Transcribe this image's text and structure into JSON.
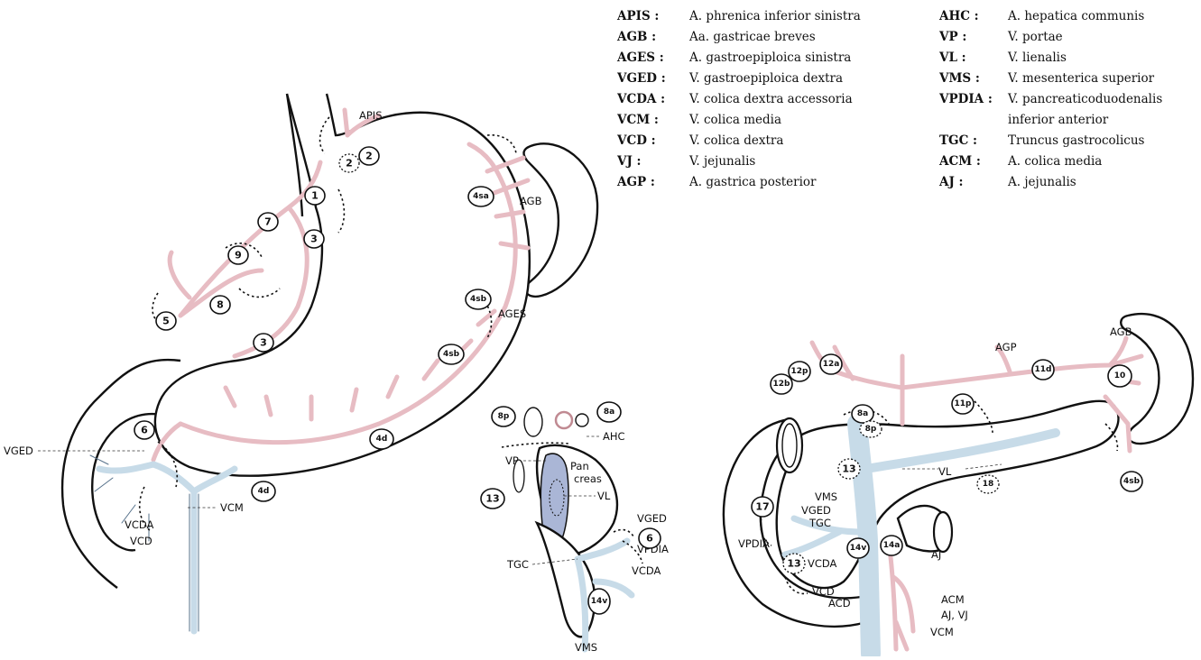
{
  "legend": {
    "left": [
      {
        "abbr": "APIS :",
        "name": "A. phrenica inferior sinistra"
      },
      {
        "abbr": "AGB :",
        "name": "Aa. gastricae breves"
      },
      {
        "abbr": "AGES :",
        "name": "A. gastroepiploica sinistra"
      },
      {
        "abbr": "VGED :",
        "name": "V. gastroepiploica dextra"
      },
      {
        "abbr": "VCDA :",
        "name": "V. colica dextra accessoria"
      },
      {
        "abbr": "VCM :",
        "name": "V. colica media"
      },
      {
        "abbr": "VCD :",
        "name": "V. colica dextra"
      },
      {
        "abbr": "VJ :",
        "name": "V. jejunalis"
      },
      {
        "abbr": "AGP :",
        "name": "A. gastrica posterior"
      }
    ],
    "right": [
      {
        "abbr": "AHC :",
        "name": "A. hepatica communis"
      },
      {
        "abbr": "VP :",
        "name": "V. portae"
      },
      {
        "abbr": "VL :",
        "name": "V. lienalis"
      },
      {
        "abbr": "VMS :",
        "name": "V. mesenterica superior"
      },
      {
        "abbr": "VPDIA :",
        "name": "V. pancreaticoduodenalis",
        "cont": "inferior anterior"
      },
      {
        "abbr": "TGC :",
        "name": "Truncus gastrocolicus"
      },
      {
        "abbr": "ACM :",
        "name": "A. colica media"
      },
      {
        "abbr": "AJ :",
        "name": "A. jejunalis"
      }
    ]
  },
  "stomach": {
    "labels": {
      "apis": "APIS",
      "agb": "AGB",
      "ages": "AGES",
      "vged": "VGED",
      "vcda": "VCDA",
      "vcd": "VCD",
      "vcm": "VCM"
    },
    "nodes": {
      "n1": "1",
      "n2a": "2",
      "n2b": "2",
      "n3a": "3",
      "n3b": "3",
      "n4sa": "4sa",
      "n4sb1": "4sb",
      "n4sb2": "4sb",
      "n4d1": "4d",
      "n4d2": "4d",
      "n5": "5",
      "n6": "6",
      "n7": "7",
      "n8": "8",
      "n9": "9"
    }
  },
  "cross_section": {
    "labels": {
      "ahc": "AHC",
      "vp": "VP",
      "pancreas_1": "Pan",
      "pancreas_2": "creas",
      "vl": "VL",
      "vged": "VGED",
      "vpdia": "VPDIA",
      "tgc": "TGC",
      "vcda": "VCDA",
      "vms": "VMS"
    },
    "nodes": {
      "n8p": "8p",
      "n8a": "8a",
      "n13": "13",
      "n6": "6",
      "n14v": "14v"
    }
  },
  "pancreas_view": {
    "labels": {
      "agp": "AGP",
      "agb": "AGB",
      "vl": "VL",
      "vms": "VMS",
      "vged": "VGED",
      "tgc": "TGC",
      "vpdia": "VPDIA",
      "vcda": "VCDA",
      "vcd": "VCD",
      "acd": "ACD",
      "aj": "AJ",
      "acm": "ACM",
      "ajvj": "AJ, VJ",
      "vcm": "VCM"
    },
    "nodes": {
      "n12a": "12a",
      "n12p": "12p",
      "n12b": "12b",
      "n8a": "8a",
      "n8p": "8p",
      "n11p": "11p",
      "n11d": "11d",
      "n10": "10",
      "n13a": "13",
      "n13b": "13",
      "n17": "17",
      "n14v": "14v",
      "n14a": "14a",
      "n18": "18",
      "n4sb": "4sb"
    }
  }
}
